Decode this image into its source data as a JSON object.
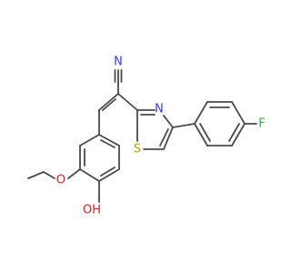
{
  "colors": {
    "bond": "#3c3c3c",
    "nitrogen": "#2f3ee0",
    "sulfur": "#b5a300",
    "oxygen": "#e02020",
    "fluorine": "#33b033",
    "carbon": "#3c3c3c"
  },
  "atom_labels": {
    "nitrile_n": "N",
    "thiazole_n": "N",
    "thiazole_s": "S",
    "ethoxy_o": "O",
    "hydroxyl": "OH",
    "fluorine": "F"
  }
}
